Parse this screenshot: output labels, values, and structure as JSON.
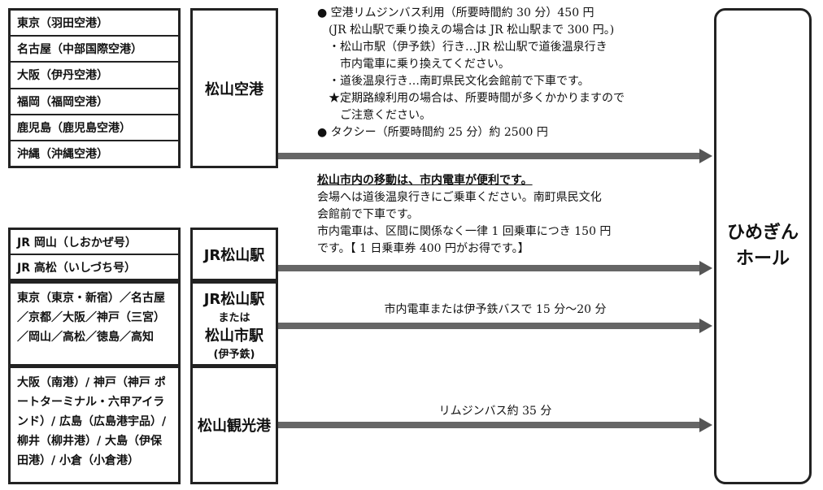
{
  "airport": {
    "origins": [
      "東京（羽田空港）",
      "名古屋（中部国際空港）",
      "大阪（伊丹空港）",
      "福岡（福岡空港）",
      "鹿児島（鹿児島空港）",
      "沖縄（沖縄空港）"
    ],
    "hub": "松山空港",
    "notes": [
      "● 空港リムジンバス利用（所要時間約 30 分）450 円",
      "　(JR 松山駅で乗り換えの場合は JR 松山駅まで 300 円。)",
      "　・松山市駅（伊予鉄）行き…JR 松山駅で道後温泉行き",
      "　　市内電車に乗り換えてください。",
      "　・道後温泉行き…南町県民文化会館前で下車です。",
      "　★定期路線利用の場合は、所要時間が多くかかりますので",
      "　　ご注意ください。",
      "● タクシー（所要時間約 25 分）約 2500 円"
    ]
  },
  "jr": {
    "origins": [
      "JR 岡山（しおかぜ号）",
      "JR 高松（いしづち号）"
    ],
    "hub": "JR松山駅",
    "heading": "松山市内の移動は、市内電車が便利です。",
    "notes": [
      "会場へは道後温泉行きにご乗車ください。南町県民文化",
      "会館前で下車です。",
      "市内電車は、区間に関係なく一律 1 回乗車につき 150 円",
      "です。【 1 日乗車券 400 円がお得です。】"
    ]
  },
  "bus": {
    "origins": "東京（東京・新宿）／名古屋／京都／大阪／神戸（三宮）／岡山／高松／徳島／高知",
    "hub_line1": "JR松山駅",
    "hub_line2": "または",
    "hub_line3": "松山市駅",
    "hub_line4": "(伊予鉄)",
    "route": "市内電車または伊予鉄バスで 15 分〜20 分"
  },
  "ferry": {
    "origins": "大阪（南港）/ 神戸（神戸 ポートターミナル・六甲アイランド）/ 広島（広島港宇品）/ 柳井（柳井港）/ 大島（伊保田港）/ 小倉（小倉港）",
    "hub": "松山観光港",
    "route": "リムジンバス約 35 分"
  },
  "destination": {
    "line1": "ひめぎん",
    "line2": "ホール"
  }
}
